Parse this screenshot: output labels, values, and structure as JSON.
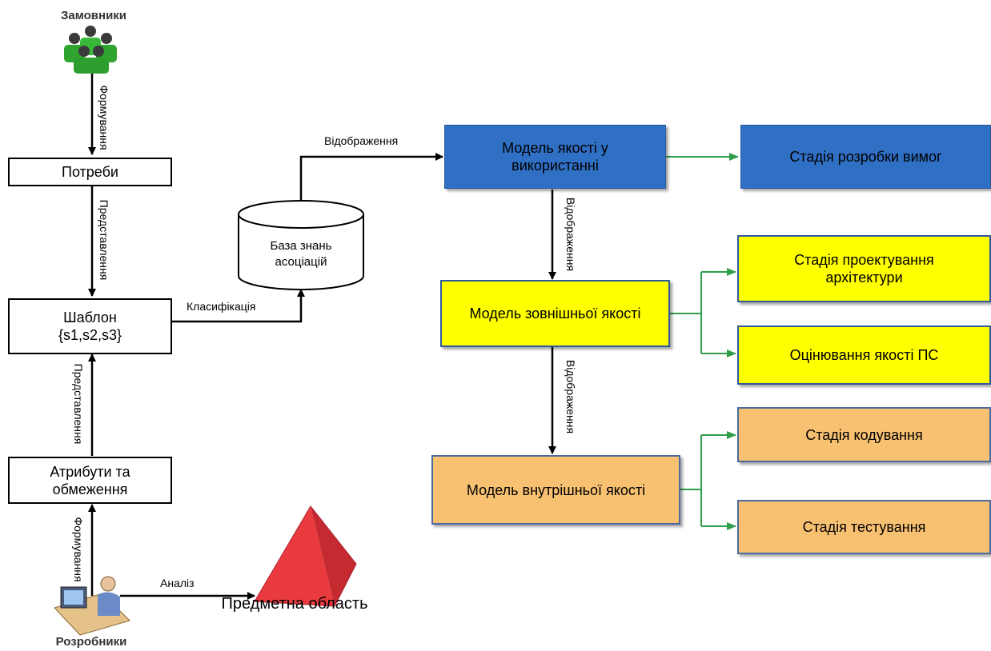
{
  "actors": {
    "customers": "Замовники",
    "developers": "Розробники"
  },
  "boxes": {
    "needs": "Потреби",
    "template": "Шаблон\n{s1,s2,s3}",
    "attributes": "Атрибути та\nобмеження",
    "knowledge_base": "База знань\nасоціацій",
    "quality_in_use": "Модель якості у\nвикористанні",
    "external_quality": "Модель зовнішньої якості",
    "internal_quality": "Модель внутрішньої якості",
    "requirements_stage": "Стадія розробки вимог",
    "architecture_stage": "Стадія проектування\nархітектури",
    "quality_assessment": "Оцінювання якості ПС",
    "coding_stage": "Стадія кодування",
    "testing_stage": "Стадія тестування",
    "subject_area": "Предметна область"
  },
  "edges": {
    "formation_top": "Формування",
    "representation_top": "Представлення",
    "representation_bottom": "Представлення",
    "formation_bottom": "Формування",
    "classification": "Класифікація",
    "mapping_top": "Відображення",
    "mapping_mid": "Відображення",
    "mapping_low": "Відображення",
    "analysis": "Аналіз"
  },
  "colors": {
    "blue": "#2f6fc4",
    "yellow": "#ffff00",
    "orange": "#f8c172",
    "green_arrow": "#2e9e4a",
    "pyramid": "#e83a3f"
  }
}
